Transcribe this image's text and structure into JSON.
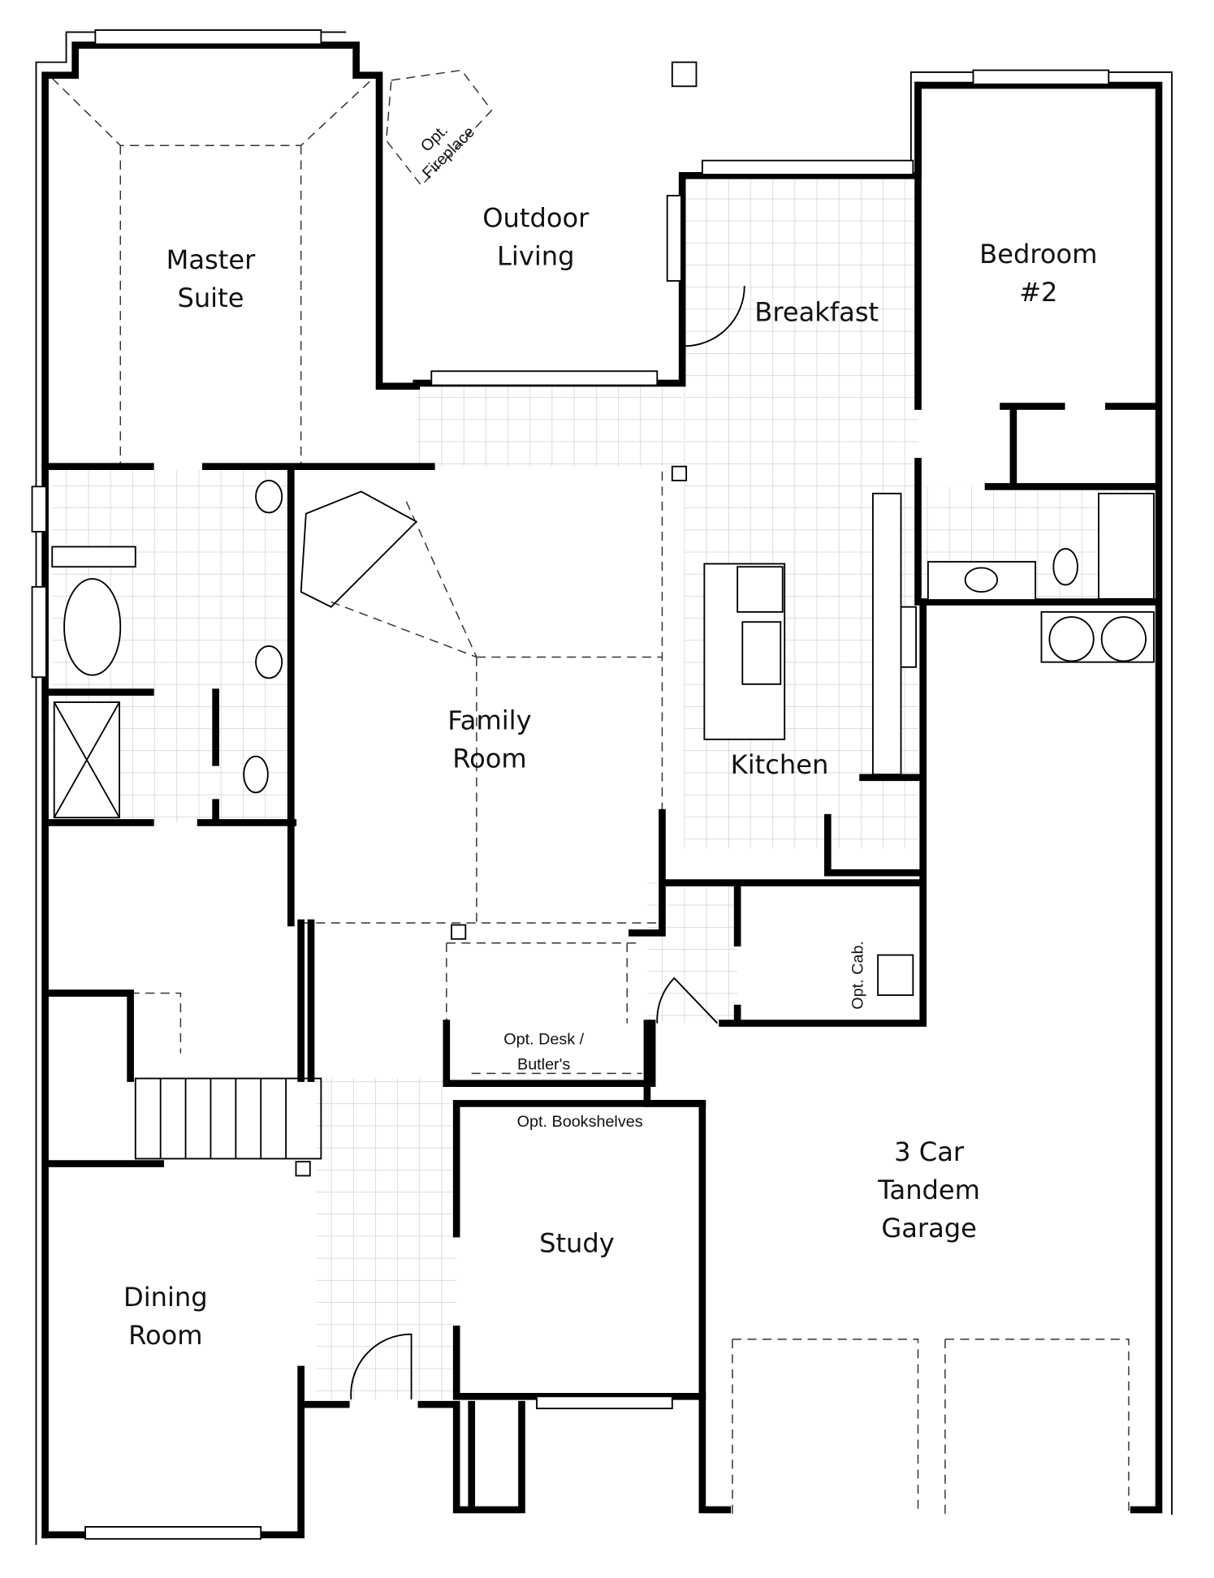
{
  "rooms": {
    "master_suite": [
      "Master",
      "Suite"
    ],
    "outdoor_living": [
      "Outdoor",
      "Living"
    ],
    "opt_fireplace": [
      "Opt.",
      "Fireplace"
    ],
    "breakfast": "Breakfast",
    "bedroom2": [
      "Bedroom",
      "#2"
    ],
    "family_room": [
      "Family",
      "Room"
    ],
    "kitchen": "Kitchen",
    "opt_cab": "Opt. Cab.",
    "opt_desk": [
      "Opt. Desk /",
      "Butler's"
    ],
    "opt_bookshelves": "Opt. Bookshelves",
    "garage": [
      "3 Car",
      "Tandem",
      "Garage"
    ],
    "study": "Study",
    "dining_room": [
      "Dining",
      "Room"
    ]
  },
  "colors": {
    "wall": "#000000",
    "tile_grid": "#c8c8c8",
    "background": "#ffffff"
  }
}
